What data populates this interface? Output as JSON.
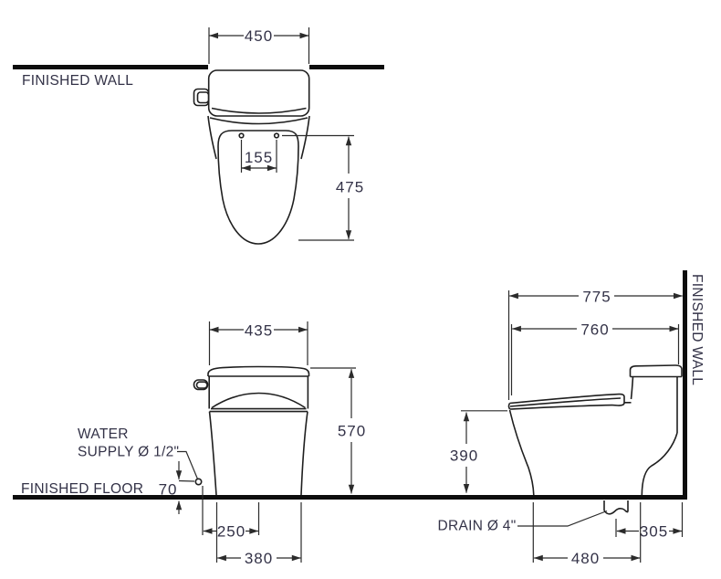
{
  "drawing_type": "toilet-installation-dimension-diagram",
  "colors": {
    "background": "#ffffff",
    "line": "#2b2b2b",
    "heavy_line": "#0d0d0d",
    "text": "#333247"
  },
  "top_view": {
    "finished_wall_label": "FINISHED WALL",
    "width_mm": "450",
    "hinge_hole_spacing_mm": "155",
    "depth_mm": "475"
  },
  "front_view": {
    "tank_width_mm": "435",
    "height_mm": "570",
    "water_supply_label_line1": "WATER",
    "water_supply_label_line2": "SUPPLY Ø 1/2\"",
    "finished_floor_label": "FINISHED FLOOR",
    "supply_height_mm": "70",
    "supply_to_centerline_mm": "250",
    "base_width_mm": "380"
  },
  "side_view": {
    "overall_depth_mm": "775",
    "body_depth_mm": "760",
    "finished_wall_label": "FINISHED WALL",
    "seat_height_mm": "390",
    "drain_label": "DRAIN Ø 4\"",
    "drain_to_wall_mm": "305",
    "base_depth_mm": "480"
  }
}
